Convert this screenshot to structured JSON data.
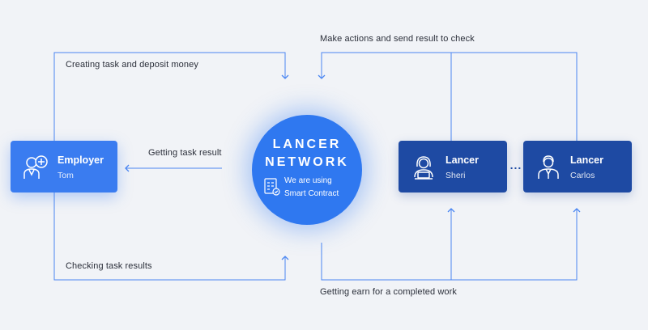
{
  "colors": {
    "background": "#f1f3f7",
    "line": "#4a86f2",
    "employer_card": "#3a7cf0",
    "lancer_card": "#1e4aa3",
    "network_circle": "#2f78f0"
  },
  "labels": {
    "make_actions": "Make actions and send result to check",
    "creating_task": "Creating task and deposit money",
    "getting_result": "Getting task result",
    "checking_results": "Checking task results",
    "getting_earn": "Getting earn for a completed work"
  },
  "network": {
    "title_line1": "LANCER",
    "title_line2": "NETWORK",
    "subtitle_line1": "We are using",
    "subtitle_line2": "Smart Contract",
    "icon": "contract-icon"
  },
  "employer": {
    "role": "Employer",
    "name": "Tom",
    "icon": "employer-add-icon"
  },
  "lancers": [
    {
      "role": "Lancer",
      "name": "Sheri",
      "icon": "female-freelancer-icon"
    },
    {
      "role": "Lancer",
      "name": "Carlos",
      "icon": "male-freelancer-icon"
    }
  ],
  "separator": "..."
}
